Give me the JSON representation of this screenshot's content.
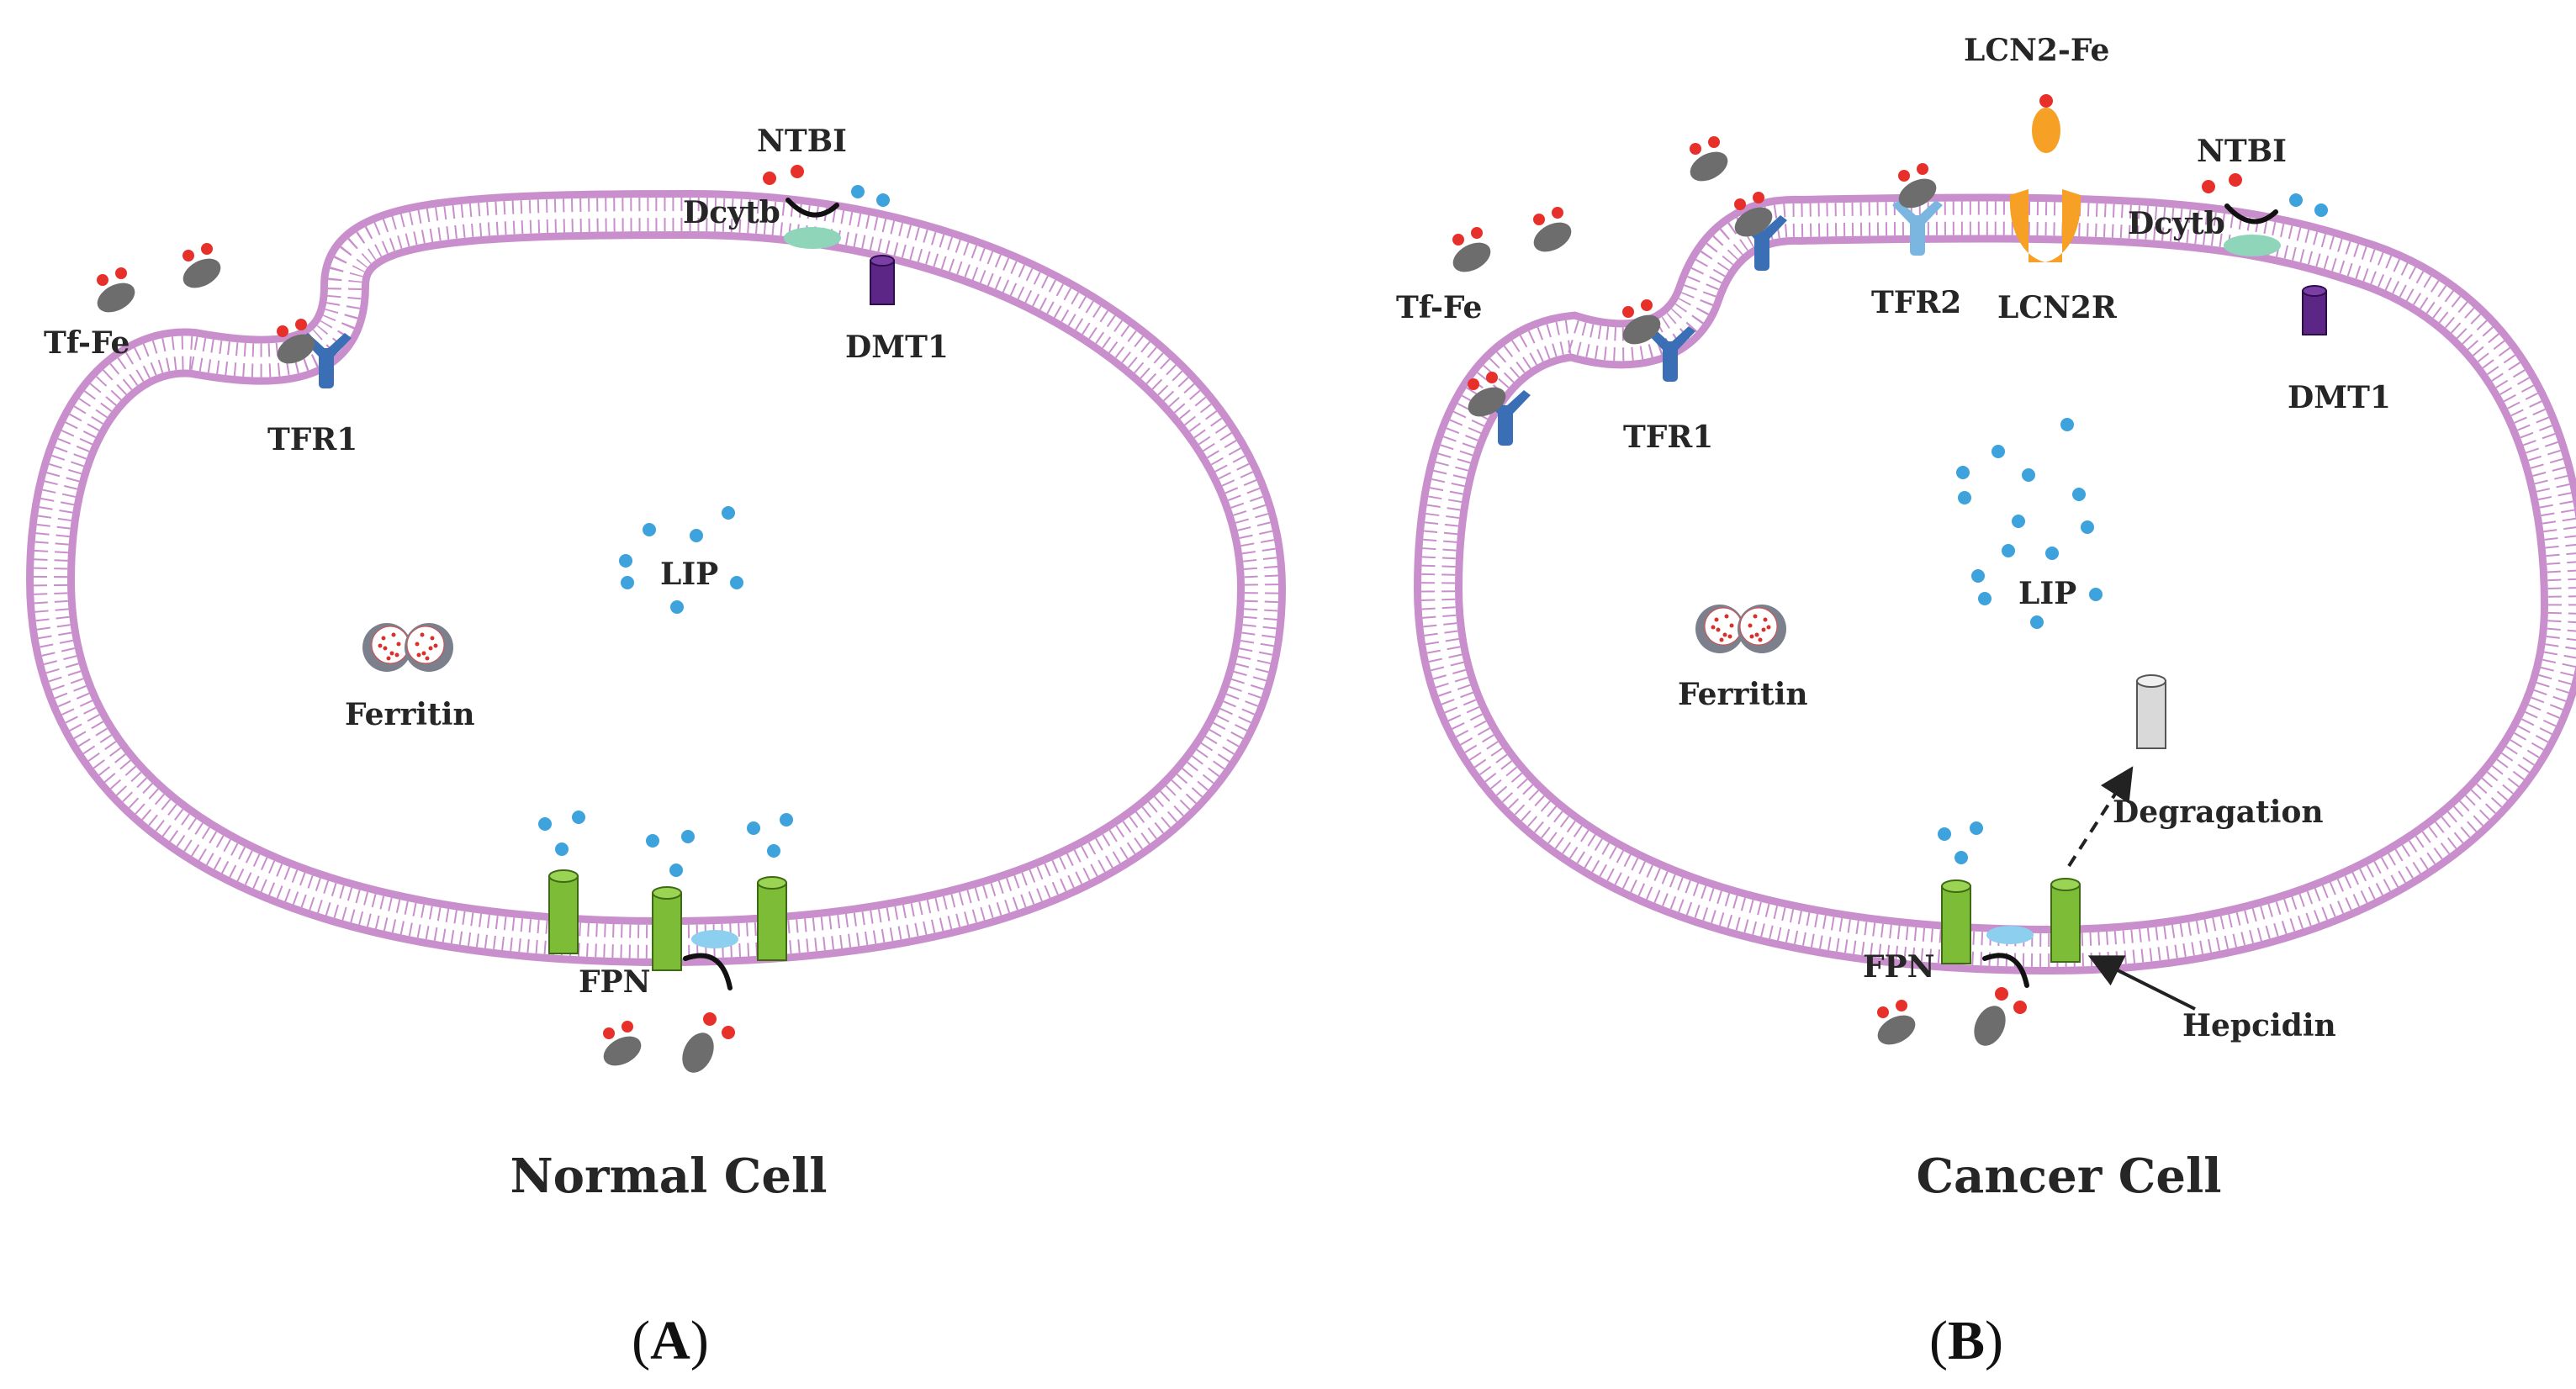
{
  "colors": {
    "membrane": "#c98fcc",
    "iron_fe": "#e8302b",
    "lip_dot": "#3ea2dc",
    "transferrin": "#6d6d6d",
    "tfr1": "#3b6fb5",
    "tfr2": "#7ab6df",
    "dmt1": "#5b2686",
    "dcytb": "#8ed5b9",
    "fpn": "#7cbc37",
    "hephaestin": "#8ccfee",
    "lcn2": "#f6a025"
  },
  "panels": {
    "a": {
      "cell_title": "Normal Cell",
      "tag_open": "(",
      "tag_letter": "A",
      "tag_close": ")",
      "labels": {
        "tf_fe": "Tf-Fe",
        "tfr1": "TFR1",
        "ntbi": "NTBI",
        "dcytb": "Dcytb",
        "dmt1": "DMT1",
        "lip": "LIP",
        "ferritin": "Ferritin",
        "fpn": "FPN"
      }
    },
    "b": {
      "cell_title": "Cancer Cell",
      "tag_open": "(",
      "tag_letter": "B",
      "tag_close": ")",
      "labels": {
        "tf_fe": "Tf-Fe",
        "tfr1": "TFR1",
        "tfr2": "TFR2",
        "lcn2_fe": "LCN2-Fe",
        "lcn2r": "LCN2R",
        "ntbi": "NTBI",
        "dcytb": "Dcytb",
        "dmt1": "DMT1",
        "lip": "LIP",
        "ferritin": "Ferritin",
        "fpn": "FPN",
        "degradation": "Degragation",
        "hepcidin": "Hepcidin"
      }
    }
  }
}
